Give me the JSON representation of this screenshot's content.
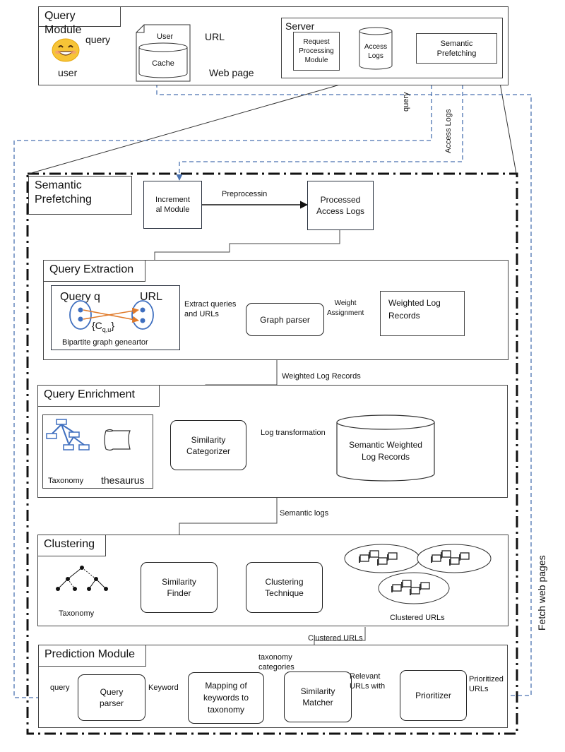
{
  "query_module": {
    "title": "Query Module",
    "query_label": "query",
    "user_label": "user",
    "user_box_label": "User",
    "cache_label": "Cache",
    "url_label": "URL",
    "web_page_label": "Web page"
  },
  "server": {
    "title": "Server",
    "request_processing": "Request\nProcessing\nModule",
    "access_logs_db": "Access\nLogs",
    "semantic_prefetching": "Semantic\nPrefetching"
  },
  "connectors": {
    "query": "query",
    "access_logs": "Access Logs",
    "fetch_web_pages": "Fetch web pages",
    "weighted_log_records": "Weighted  Log Records",
    "semantic_logs": "Semantic logs",
    "clustered_urls": "Clustered URLs"
  },
  "semantic_prefetching": {
    "title": "Semantic\nPrefetching",
    "incremental_module": "Increment\nal Module",
    "preprocessing": "Preprocessin",
    "processed_access_logs": "Processed\nAccess Logs"
  },
  "query_extraction": {
    "title": "Query Extraction",
    "query_q": "Query q",
    "url": "URL",
    "cqu": "{C",
    "cqu_sub": "q,u",
    "cqu_close": "}",
    "bipartite": "Bipartite graph geneartor",
    "extract_label": "Extract queries\nand URLs",
    "graph_parser": "Graph parser",
    "weight_assignment": "Weight\nAssignment",
    "weighted_log_records": "Weighted Log\nRecords"
  },
  "query_enrichment": {
    "title": "Query Enrichment",
    "taxonomy": "Taxonomy",
    "thesaurus": "thesaurus",
    "similarity_categorizer": "Similarity\nCategorizer",
    "log_transformation": "Log transformation",
    "semantic_weighted_log_records": "Semantic Weighted\nLog Records"
  },
  "clustering": {
    "title": "Clustering",
    "taxonomy": "Taxonomy",
    "similarity_finder": "Similarity\nFinder",
    "clustering_technique": "Clustering\nTechnique",
    "clustered_urls": "Clustered URLs"
  },
  "prediction_module": {
    "title": "Prediction Module",
    "query": "query",
    "query_parser": "Query\nparser",
    "keyword": "Keyword",
    "mapping": "Mapping of\nkeywords to\ntaxonomy",
    "taxonomy_categories": "taxonomy\ncategories",
    "similarity_matcher": "Similarity\nMatcher",
    "relevant_urls_with": "Relevant\nURLs with",
    "prioritizer": "Prioritizer",
    "prioritized_urls": "Prioritized\nURLs"
  },
  "colors": {
    "dashed_blue": "#4a72b0",
    "node_blue": "#3f6fbf",
    "orange": "#e07a2a"
  }
}
